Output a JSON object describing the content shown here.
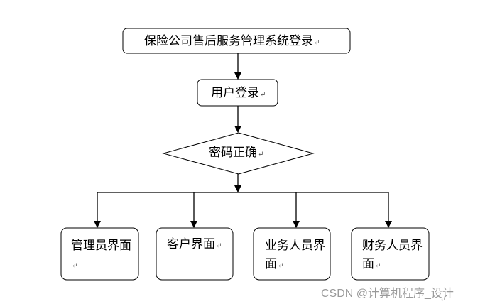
{
  "nodes": {
    "title": "保险公司售后服务管理系统登录",
    "login": "用户登录",
    "check": "密码正确",
    "admin": "管理员界面",
    "customer": "客户界面",
    "business": "业务人员界面",
    "finance": "财务人员界面"
  },
  "paragraph_mark": "↵",
  "corner_mark": "↵",
  "watermark": "CSDN @计算机程序_设计"
}
